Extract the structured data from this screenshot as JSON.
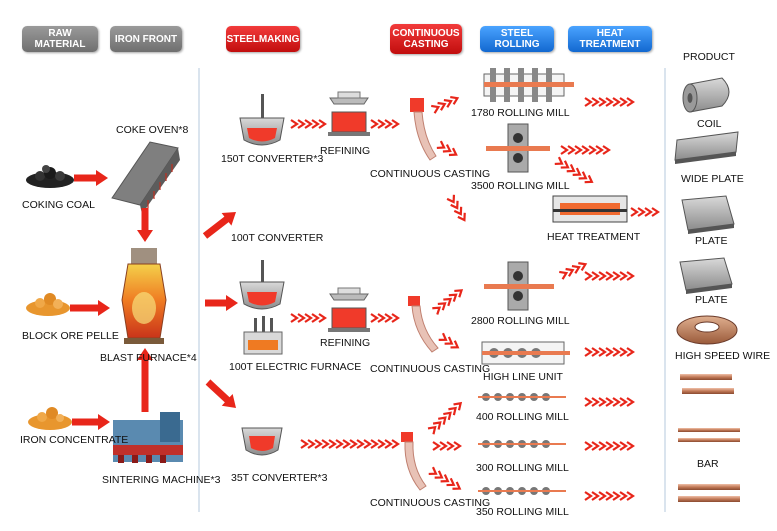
{
  "headers": {
    "raw_material": "RAW MATERIAL",
    "iron_front": "IRON FRONT",
    "steelmaking": "STEELMAKING",
    "continuous_casting_line1": "CONTINUOUS",
    "continuous_casting_line2": "CASTING",
    "steel_rolling": "STEEL ROLLING",
    "heat_treatment": "HEAT TREATMENT",
    "product": "PRODUCT"
  },
  "raw": {
    "coking_coal": "COKING COAL",
    "block_ore": "BLOCK ORE PELLE",
    "iron_concentrate": "IRON CONCENTRATE"
  },
  "iron": {
    "coke_oven": "COKE OVEN*8",
    "blast_furnace": "BLAST FURNACE*4",
    "sintering": "SINTERING MACHINE*3"
  },
  "steel": {
    "conv150": "150T CONVERTER*3",
    "refining1": "REFINING",
    "conv100": "100T CONVERTER",
    "electric": "100T  ELECTRIC FURNACE",
    "refining2": "REFINING",
    "conv35": "35T CONVERTER*3"
  },
  "casting": {
    "cc1": "CONTINUOUS CASTING",
    "cc2": "CONTINUOUS CASTING",
    "cc3": "CONTINUOUS CASTING"
  },
  "rolling": {
    "m1780": "1780 ROLLING MILL",
    "m3500": "3500 ROLLING MILL",
    "heat": "HEAT TREATMENT",
    "m2800": "2800 ROLLING MILL",
    "highline": "HIGH LINE UNIT",
    "m400": "400 ROLLING MILL",
    "m300": "300 ROLLING MILL",
    "m350": "350 ROLLING MILL"
  },
  "products": {
    "coil": "COIL",
    "wide_plate": "WIDE PLATE",
    "plate1": "PLATE",
    "plate2": "PLATE",
    "wire": "HIGH SPEED WIRE",
    "bar": "BAR"
  },
  "colors": {
    "arrow": "#e8261a",
    "header_gray": "#808080",
    "header_red": "#d81e1e",
    "header_blue": "#1f7fe6",
    "molten": "#f03a2a",
    "orange": "#f0a040"
  }
}
